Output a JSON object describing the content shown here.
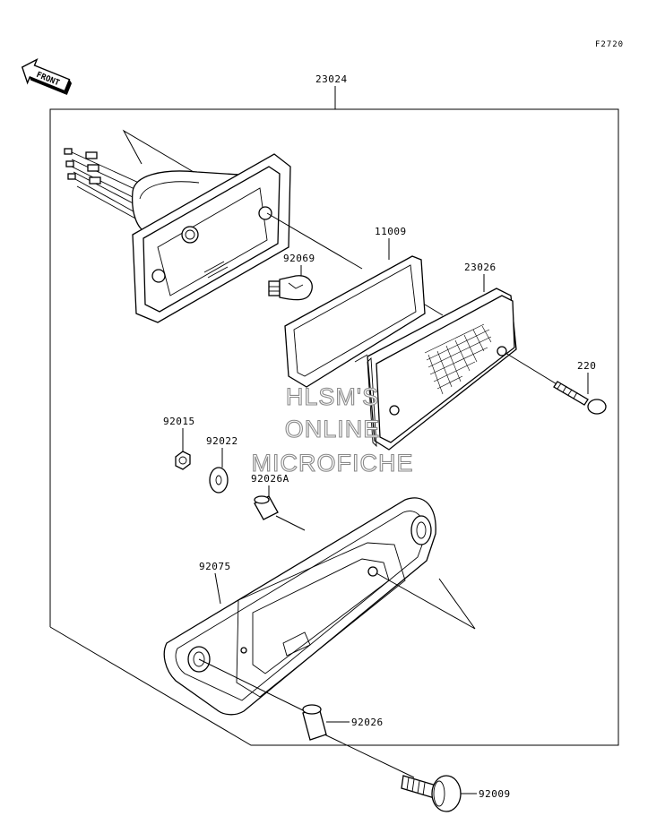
{
  "diagram": {
    "figure_code": "F2720",
    "front_label": "FRONT",
    "watermark": [
      "HLSM'S",
      "ONLINE",
      "MICROFICHE"
    ],
    "parts": [
      {
        "id": "assembly",
        "number": "23024"
      },
      {
        "id": "gasket",
        "number": "11009"
      },
      {
        "id": "bulb",
        "number": "92069"
      },
      {
        "id": "lens",
        "number": "23026"
      },
      {
        "id": "screw",
        "number": "220"
      },
      {
        "id": "nut",
        "number": "92015"
      },
      {
        "id": "washer",
        "number": "92022"
      },
      {
        "id": "collar-a",
        "number": "92026A"
      },
      {
        "id": "housing",
        "number": "92075"
      },
      {
        "id": "collar",
        "number": "92026"
      },
      {
        "id": "bolt",
        "number": "92009"
      }
    ]
  }
}
